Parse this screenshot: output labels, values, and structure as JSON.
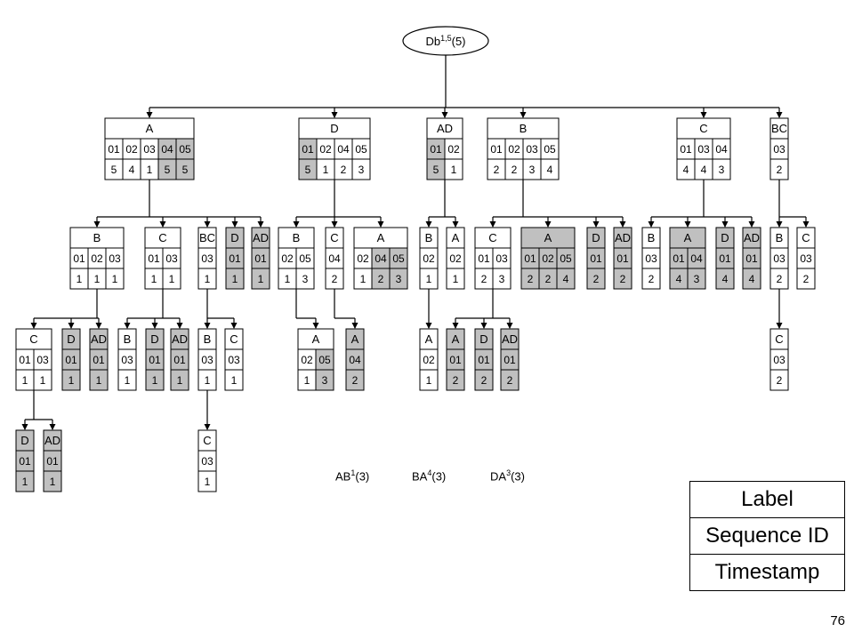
{
  "root": {
    "base": "Db",
    "sup": "1,5",
    "count": "(5)"
  },
  "colors": {
    "shaded": "#c0c0c0",
    "plain": "#ffffff",
    "line": "#000000"
  },
  "nodes": [
    {
      "id": "l1-a",
      "label": "A",
      "cells": [
        {
          "seq": "01",
          "ts": "5",
          "shaded": false
        },
        {
          "seq": "02",
          "ts": "4",
          "shaded": false
        },
        {
          "seq": "03",
          "ts": "1",
          "shaded": false
        },
        {
          "seq": "04",
          "ts": "5",
          "shaded": true
        },
        {
          "seq": "05",
          "ts": "5",
          "shaded": true
        }
      ]
    },
    {
      "id": "l1-d",
      "label": "D",
      "cells": [
        {
          "seq": "01",
          "ts": "5",
          "shaded": true
        },
        {
          "seq": "02",
          "ts": "1",
          "shaded": false
        },
        {
          "seq": "04",
          "ts": "2",
          "shaded": false
        },
        {
          "seq": "05",
          "ts": "3",
          "shaded": false
        }
      ]
    },
    {
      "id": "l1-ad",
      "label": "AD",
      "cells": [
        {
          "seq": "01",
          "ts": "5",
          "shaded": true
        },
        {
          "seq": "02",
          "ts": "1",
          "shaded": false
        }
      ]
    },
    {
      "id": "l1-b",
      "label": "B",
      "cells": [
        {
          "seq": "01",
          "ts": "2",
          "shaded": false
        },
        {
          "seq": "02",
          "ts": "2",
          "shaded": false
        },
        {
          "seq": "03",
          "ts": "3",
          "shaded": false
        },
        {
          "seq": "05",
          "ts": "4",
          "shaded": false
        }
      ]
    },
    {
      "id": "l1-c",
      "label": "C",
      "cells": [
        {
          "seq": "01",
          "ts": "4",
          "shaded": false
        },
        {
          "seq": "03",
          "ts": "4",
          "shaded": false
        },
        {
          "seq": "04",
          "ts": "3",
          "shaded": false
        }
      ]
    },
    {
      "id": "l1-bc",
      "label": "BC",
      "cells": [
        {
          "seq": "03",
          "ts": "2",
          "shaded": false
        }
      ]
    },
    {
      "id": "a-b",
      "label": "B",
      "cells": [
        {
          "seq": "01",
          "ts": "1",
          "shaded": false
        },
        {
          "seq": "02",
          "ts": "1",
          "shaded": false
        },
        {
          "seq": "03",
          "ts": "1",
          "shaded": false
        }
      ]
    },
    {
      "id": "a-c",
      "label": "C",
      "cells": [
        {
          "seq": "01",
          "ts": "1",
          "shaded": false
        },
        {
          "seq": "03",
          "ts": "1",
          "shaded": false
        }
      ]
    },
    {
      "id": "a-bc",
      "label": "BC",
      "cells": [
        {
          "seq": "03",
          "ts": "1",
          "shaded": false
        }
      ]
    },
    {
      "id": "a-d",
      "label": "D",
      "cells": [
        {
          "seq": "01",
          "ts": "1",
          "shaded": true
        }
      ]
    },
    {
      "id": "a-ad",
      "label": "AD",
      "cells": [
        {
          "seq": "01",
          "ts": "1",
          "shaded": true
        }
      ]
    },
    {
      "id": "d-b",
      "label": "B",
      "cells": [
        {
          "seq": "02",
          "ts": "1",
          "shaded": false
        },
        {
          "seq": "05",
          "ts": "3",
          "shaded": false
        }
      ]
    },
    {
      "id": "d-c",
      "label": "C",
      "cells": [
        {
          "seq": "04",
          "ts": "2",
          "shaded": false
        }
      ]
    },
    {
      "id": "d-a",
      "label": "A",
      "cells": [
        {
          "seq": "02",
          "ts": "1",
          "shaded": false
        },
        {
          "seq": "04",
          "ts": "2",
          "shaded": true
        },
        {
          "seq": "05",
          "ts": "3",
          "shaded": true
        }
      ]
    },
    {
      "id": "ad-b",
      "label": "B",
      "cells": [
        {
          "seq": "02",
          "ts": "1",
          "shaded": false
        }
      ]
    },
    {
      "id": "ad-a",
      "label": "A",
      "cells": [
        {
          "seq": "02",
          "ts": "1",
          "shaded": false
        }
      ]
    },
    {
      "id": "b-c",
      "label": "C",
      "cells": [
        {
          "seq": "01",
          "ts": "2",
          "shaded": false
        },
        {
          "seq": "03",
          "ts": "3",
          "shaded": false
        }
      ]
    },
    {
      "id": "b-a",
      "label": "A",
      "cells": [
        {
          "seq": "01",
          "ts": "2",
          "shaded": true
        },
        {
          "seq": "02",
          "ts": "2",
          "shaded": true
        },
        {
          "seq": "05",
          "ts": "4",
          "shaded": true
        }
      ]
    },
    {
      "id": "b-d",
      "label": "D",
      "cells": [
        {
          "seq": "01",
          "ts": "2",
          "shaded": true
        }
      ]
    },
    {
      "id": "b-ad",
      "label": "AD",
      "cells": [
        {
          "seq": "01",
          "ts": "2",
          "shaded": true
        }
      ]
    },
    {
      "id": "c-b",
      "label": "B",
      "cells": [
        {
          "seq": "03",
          "ts": "2",
          "shaded": false
        }
      ]
    },
    {
      "id": "c-a",
      "label": "A",
      "cells": [
        {
          "seq": "01",
          "ts": "4",
          "shaded": true
        },
        {
          "seq": "04",
          "ts": "3",
          "shaded": true
        }
      ]
    },
    {
      "id": "c-d",
      "label": "D",
      "cells": [
        {
          "seq": "01",
          "ts": "4",
          "shaded": true
        }
      ]
    },
    {
      "id": "c-ad",
      "label": "AD",
      "cells": [
        {
          "seq": "01",
          "ts": "4",
          "shaded": true
        }
      ]
    },
    {
      "id": "bc-b",
      "label": "B",
      "cells": [
        {
          "seq": "03",
          "ts": "2",
          "shaded": false
        }
      ]
    },
    {
      "id": "bc-c",
      "label": "C",
      "cells": [
        {
          "seq": "03",
          "ts": "2",
          "shaded": false
        }
      ]
    },
    {
      "id": "ab-c",
      "label": "C",
      "cells": [
        {
          "seq": "01",
          "ts": "1",
          "shaded": false
        },
        {
          "seq": "03",
          "ts": "1",
          "shaded": false
        }
      ]
    },
    {
      "id": "ab-d",
      "label": "D",
      "cells": [
        {
          "seq": "01",
          "ts": "1",
          "shaded": true
        }
      ]
    },
    {
      "id": "ab-ad",
      "label": "AD",
      "cells": [
        {
          "seq": "01",
          "ts": "1",
          "shaded": true
        }
      ]
    },
    {
      "id": "ac-b",
      "label": "B",
      "cells": [
        {
          "seq": "03",
          "ts": "1",
          "shaded": false
        }
      ]
    },
    {
      "id": "ac-d",
      "label": "D",
      "cells": [
        {
          "seq": "01",
          "ts": "1",
          "shaded": true
        }
      ]
    },
    {
      "id": "ac-ad",
      "label": "AD",
      "cells": [
        {
          "seq": "01",
          "ts": "1",
          "shaded": true
        }
      ]
    },
    {
      "id": "abc-b",
      "label": "B",
      "cells": [
        {
          "seq": "03",
          "ts": "1",
          "shaded": false
        }
      ]
    },
    {
      "id": "abc-c",
      "label": "C",
      "cells": [
        {
          "seq": "03",
          "ts": "1",
          "shaded": false
        }
      ]
    },
    {
      "id": "db-a",
      "label": "A",
      "cells": [
        {
          "seq": "02",
          "ts": "1",
          "shaded": false
        },
        {
          "seq": "05",
          "ts": "3",
          "shaded": true
        }
      ]
    },
    {
      "id": "dc-a",
      "label": "A",
      "cells": [
        {
          "seq": "04",
          "ts": "2",
          "shaded": true
        }
      ]
    },
    {
      "id": "adb-a",
      "label": "A",
      "cells": [
        {
          "seq": "02",
          "ts": "1",
          "shaded": false
        }
      ]
    },
    {
      "id": "bc2-a",
      "label": "A",
      "cells": [
        {
          "seq": "01",
          "ts": "2",
          "shaded": true
        }
      ]
    },
    {
      "id": "bc2-d",
      "label": "D",
      "cells": [
        {
          "seq": "01",
          "ts": "2",
          "shaded": true
        }
      ]
    },
    {
      "id": "bc2-ad",
      "label": "AD",
      "cells": [
        {
          "seq": "01",
          "ts": "2",
          "shaded": true
        }
      ]
    },
    {
      "id": "bcb-c",
      "label": "C",
      "cells": [
        {
          "seq": "03",
          "ts": "2",
          "shaded": false
        }
      ]
    },
    {
      "id": "abc2-d",
      "label": "D",
      "cells": [
        {
          "seq": "01",
          "ts": "1",
          "shaded": true
        }
      ]
    },
    {
      "id": "abc2-ad",
      "label": "AD",
      "cells": [
        {
          "seq": "01",
          "ts": "1",
          "shaded": true
        }
      ]
    },
    {
      "id": "abcb-c",
      "label": "C",
      "cells": [
        {
          "seq": "03",
          "ts": "1",
          "shaded": false
        }
      ]
    }
  ],
  "notes": [
    {
      "base": "AB",
      "sup": "1",
      "count": "(3)"
    },
    {
      "base": "BA",
      "sup": "4",
      "count": "(3)"
    },
    {
      "base": "DA",
      "sup": "3",
      "count": "(3)"
    }
  ],
  "legend": {
    "label": "Label",
    "sequence": "Sequence ID",
    "timestamp": "Timestamp"
  },
  "page_number": "76"
}
